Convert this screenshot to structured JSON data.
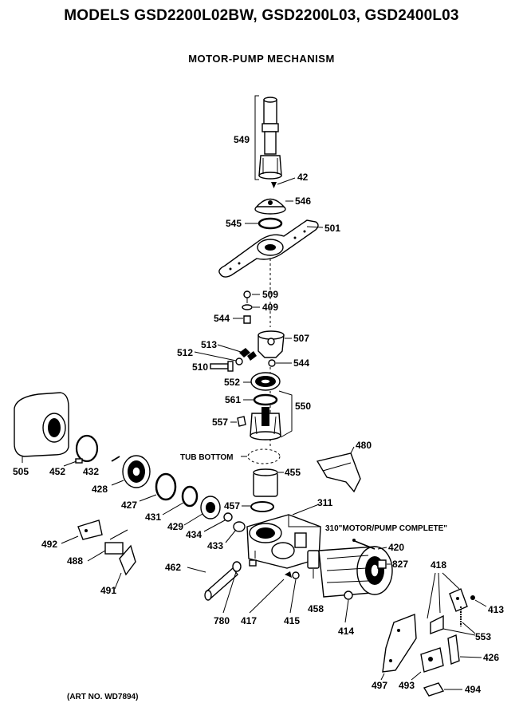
{
  "title": "MODELS GSD2200L02BW, GSD2200L03, GSD2400L03",
  "subtitle": "MOTOR-PUMP MECHANISM",
  "art_number": "(ART NO. WD7894)",
  "tub_bottom": "TUB BOTTOM",
  "motor_pump_complete": "310\"MOTOR/PUMP COMPLETE\"",
  "parts": {
    "p549": "549",
    "p42": "42",
    "p546": "546",
    "p545": "545",
    "p501": "501",
    "p509": "509",
    "p409": "409",
    "p544a": "544",
    "p507": "507",
    "p513": "513",
    "p512": "512",
    "p510": "510",
    "p544b": "544",
    "p552": "552",
    "p561": "561",
    "p550": "550",
    "p557": "557",
    "p480": "480",
    "p505": "505",
    "p452": "452",
    "p432": "432",
    "p428": "428",
    "p455": "455",
    "p427": "427",
    "p431": "431",
    "p429": "429",
    "p457": "457",
    "p311": "311",
    "p434": "434",
    "p433": "433",
    "p492": "492",
    "p488": "488",
    "p420": "420",
    "p827": "827",
    "p418": "418",
    "p462": "462",
    "p491": "491",
    "p413": "413",
    "p780": "780",
    "p417": "417",
    "p415": "415",
    "p458": "458",
    "p414": "414",
    "p553": "553",
    "p426": "426",
    "p497": "497",
    "p493": "493",
    "p494": "494"
  }
}
